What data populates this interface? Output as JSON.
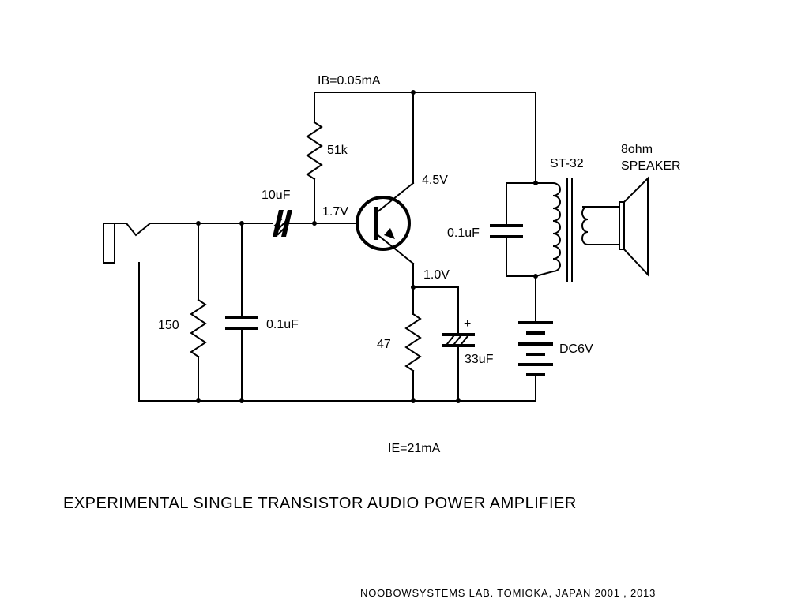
{
  "labels": {
    "ib_current": "IB=0.05mA",
    "r_base": "51k",
    "c_input": "10uF",
    "v_base": "1.7V",
    "v_collector": "4.5V",
    "v_emitter": "1.0V",
    "c_tank": "0.1uF",
    "transformer": "ST-32",
    "speaker_impedance": "8ohm",
    "speaker": "SPEAKER",
    "r_input": "150",
    "c_bypass": "0.1uF",
    "r_emitter": "47",
    "c_emitter": "33uF",
    "c_emitter_polarity": "+",
    "battery": "DC6V",
    "ie_current": "IE=21mA"
  },
  "title": "EXPERIMENTAL SINGLE TRANSISTOR AUDIO POWER AMPLIFIER",
  "credit": "NOOBOWSYSTEMS LAB. TOMIOKA, JAPAN 2001 , 2013"
}
